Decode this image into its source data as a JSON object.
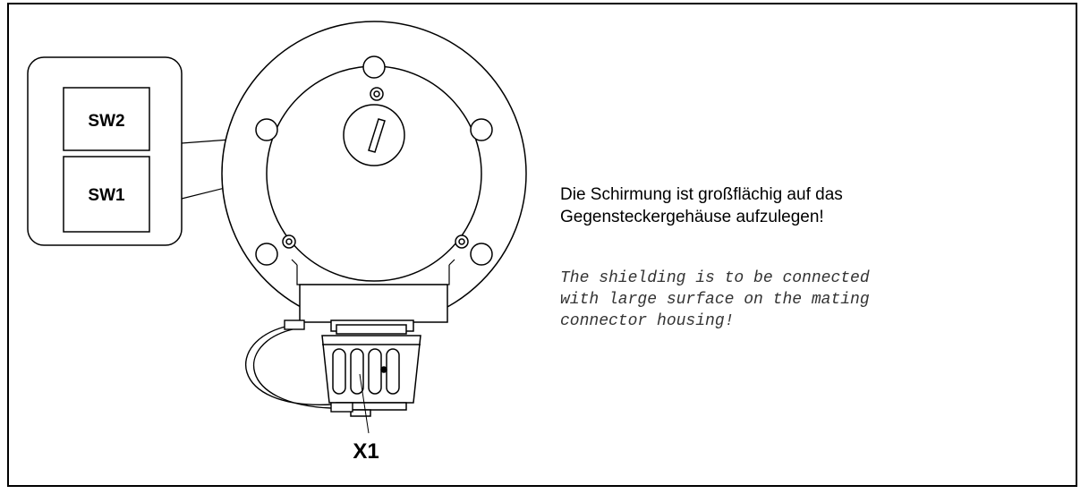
{
  "switches": [
    {
      "label": "SW2"
    },
    {
      "label": "SW1"
    }
  ],
  "connector": {
    "label": "X1"
  },
  "note_de": {
    "lines": [
      "Die Schirmung ist großflächig auf das",
      "Gegensteckergehäuse aufzulegen!"
    ]
  },
  "note_en": {
    "lines": [
      "The shielding is to be connected",
      "with large surface on the mating",
      "connector housing!"
    ]
  },
  "colors": {
    "stroke": "#000000",
    "background": "#ffffff"
  }
}
